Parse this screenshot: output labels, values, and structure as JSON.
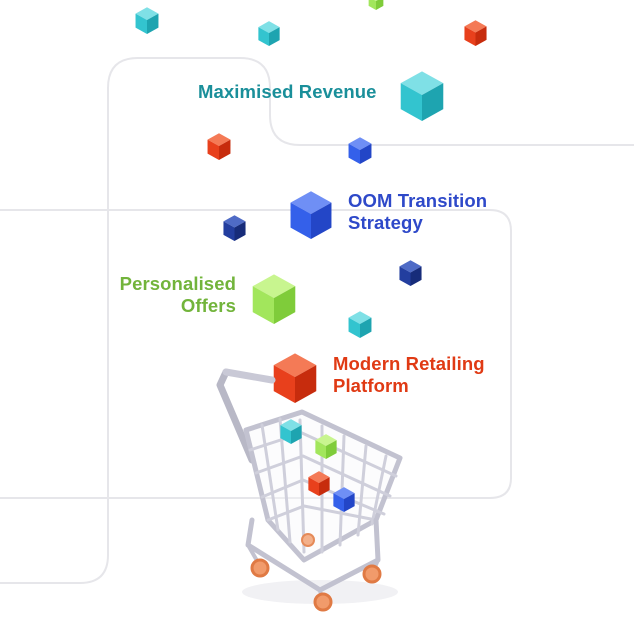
{
  "labels": {
    "maximised_revenue": "Maximised Revenue",
    "oom_line1": "OOM Transition",
    "oom_line2": "Strategy",
    "offers_line1": "Personalised",
    "offers_line2": "Offers",
    "retail_line1": "Modern Retailing",
    "retail_line2": "Platform"
  },
  "colors": {
    "teal_text": "#1a8f9a",
    "blue_text": "#2e49c9",
    "green_text": "#72b43b",
    "red_text": "#e03a14",
    "teal_cube": "#33c4cf",
    "blue_cube": "#2f5be6",
    "navy_cube": "#1f3c9e",
    "green_cube": "#9be35a",
    "red_cube": "#e8401c",
    "outline": "#e6e6ea"
  },
  "icons": {
    "cube": "isometric-cube-icon",
    "cart": "shopping-cart-icon"
  }
}
